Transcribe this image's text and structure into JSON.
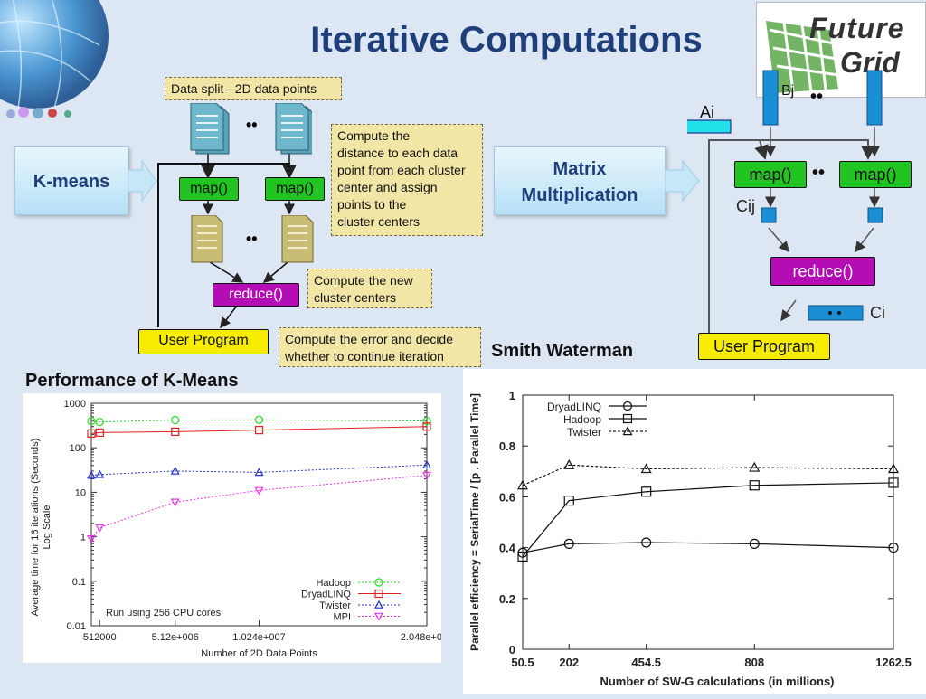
{
  "slide": {
    "title": "Iterative Computations",
    "logo_line1": "Future",
    "logo_line2": "Grid"
  },
  "kmeans_diagram": {
    "callout": "K-means",
    "data_split": "Data split - 2D data points",
    "dots": "••",
    "map_label": "map()",
    "reduce_label": "reduce()",
    "user_program": "User Program",
    "note_compute_distance": [
      "Compute the",
      "distance to each data",
      "point from each cluster",
      "center and assign",
      "points to the",
      "cluster centers"
    ],
    "note_new_centers": [
      "Compute the new",
      "cluster centers"
    ],
    "note_error": [
      "Compute the error and decide",
      "whether to continue iteration"
    ]
  },
  "matrix_diagram": {
    "callout_line1": "Matrix",
    "callout_line2": "Multiplication",
    "a_label": "Ai",
    "b_label": "Bj",
    "c_label": "Cij",
    "ci_label": "Ci",
    "dots": "••",
    "map_label": "map()",
    "reduce_label": "reduce()",
    "user_program": "User Program",
    "colors": {
      "map": "#22c422",
      "reduce": "#b50db5",
      "block": "#1a8fd6",
      "a_block": "#22e0e8",
      "user": "#f6ec00"
    }
  },
  "sections": {
    "kmeans_perf": "Performance of K-Means",
    "smith_waterman": "Smith Waterman"
  },
  "chart_data": [
    {
      "type": "line",
      "log_y": true,
      "xlabel": "Number of 2D Data Points",
      "ylabel_line1": "Average time for 16 iterations (Seconds)",
      "ylabel_line2": "Log Scale",
      "x_ticks": [
        512000,
        5120000,
        10240000,
        20480000
      ],
      "x_tick_labels": [
        "512000",
        "5.12e+006",
        "1.024e+007",
        "2.048e+007"
      ],
      "xlim": [
        0,
        20480000
      ],
      "ylim": [
        0.01,
        1000
      ],
      "y_ticks": [
        0.01,
        0.1,
        1,
        10,
        100,
        1000
      ],
      "y_tick_labels": [
        "0.01",
        "0.1",
        "1",
        "10",
        "100",
        "1000"
      ],
      "annotation": "Run using 256 CPU cores",
      "legend_position": "bottom-right",
      "series": [
        {
          "name": "Hadoop",
          "color": "#22dd22",
          "marker": "circle",
          "dash": "2,2",
          "x": [
            0,
            512000,
            5120000,
            10240000,
            20480000
          ],
          "y": [
            400,
            380,
            420,
            425,
            400
          ]
        },
        {
          "name": "DryadLINQ",
          "color": "#e02020",
          "marker": "square",
          "dash": "",
          "x": [
            0,
            512000,
            5120000,
            10240000,
            20480000
          ],
          "y": [
            210,
            220,
            230,
            250,
            300
          ]
        },
        {
          "name": "Twister",
          "color": "#2233cc",
          "marker": "triangle",
          "dash": "2,2",
          "x": [
            0,
            512000,
            5120000,
            10240000,
            20480000
          ],
          "y": [
            24,
            25,
            30,
            28,
            41
          ]
        },
        {
          "name": "MPI",
          "color": "#ee33ee",
          "marker": "triangle-down",
          "dash": "2,2",
          "x": [
            0,
            512000,
            5120000,
            10240000,
            20480000
          ],
          "y": [
            0.9,
            1.6,
            6,
            11,
            24
          ]
        }
      ]
    },
    {
      "type": "line",
      "log_y": false,
      "xlabel": "Number of SW-G calculations (in millions)",
      "ylabel": "Parallel efficiency = SerialTime / [p . Parallel Time]",
      "x_ticks": [
        50.5,
        202,
        454.5,
        808,
        1262.5
      ],
      "x_tick_labels": [
        "50.5",
        "202",
        "454.5",
        "808",
        "1262.5"
      ],
      "xlim": [
        50.5,
        1262.5
      ],
      "ylim": [
        0,
        1
      ],
      "y_ticks": [
        0,
        0.2,
        0.4,
        0.6,
        0.8,
        1
      ],
      "y_tick_labels": [
        "0",
        "0.2",
        "0.4",
        "0.6",
        "0.8",
        "1"
      ],
      "legend_position": "top-left",
      "series": [
        {
          "name": "DryadLINQ",
          "color": "#111111",
          "marker": "circle",
          "dash": "",
          "x": [
            50.5,
            202,
            454.5,
            808,
            1262.5
          ],
          "y": [
            0.38,
            0.415,
            0.42,
            0.415,
            0.4
          ]
        },
        {
          "name": "Hadoop",
          "color": "#111111",
          "marker": "square",
          "dash": "",
          "x": [
            50.5,
            202,
            454.5,
            808,
            1262.5
          ],
          "y": [
            0.365,
            0.585,
            0.62,
            0.645,
            0.655
          ]
        },
        {
          "name": "Twister",
          "color": "#111111",
          "marker": "triangle",
          "dash": "3,2",
          "x": [
            50.5,
            202,
            454.5,
            808,
            1262.5
          ],
          "y": [
            0.645,
            0.725,
            0.71,
            0.715,
            0.71
          ]
        }
      ]
    }
  ]
}
